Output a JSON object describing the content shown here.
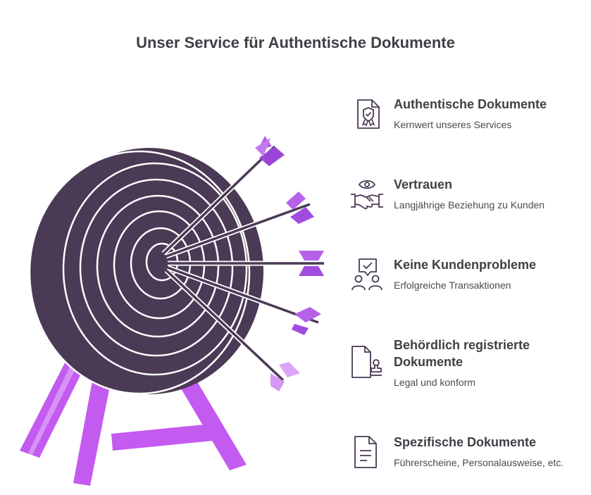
{
  "title": "Unser Service für Authentische Dokumente",
  "colors": {
    "target": "#4a3a55",
    "ring": "#ffffff",
    "arrow_shaft": "#4a3a55",
    "fletching": "#b561e8",
    "stand": "#c45bf0",
    "icon_stroke": "#4a3a55"
  },
  "items": [
    {
      "heading": "Authentische Dokumente",
      "desc": "Kernwert unseres Services",
      "icon": "certificate-document-icon"
    },
    {
      "heading": "Vertrauen",
      "desc": "Langjährige Beziehung zu Kunden",
      "icon": "handshake-eye-icon"
    },
    {
      "heading": "Keine Kundenprobleme",
      "desc": "Erfolgreiche Transaktionen",
      "icon": "people-checkmark-icon"
    },
    {
      "heading": "Behördlich registrierte Dokumente",
      "desc": "Legal und konform",
      "icon": "stamped-document-icon"
    },
    {
      "heading": "Spezifische Dokumente",
      "desc": "Führerscheine, Personalausweise, etc.",
      "icon": "text-document-icon"
    }
  ]
}
